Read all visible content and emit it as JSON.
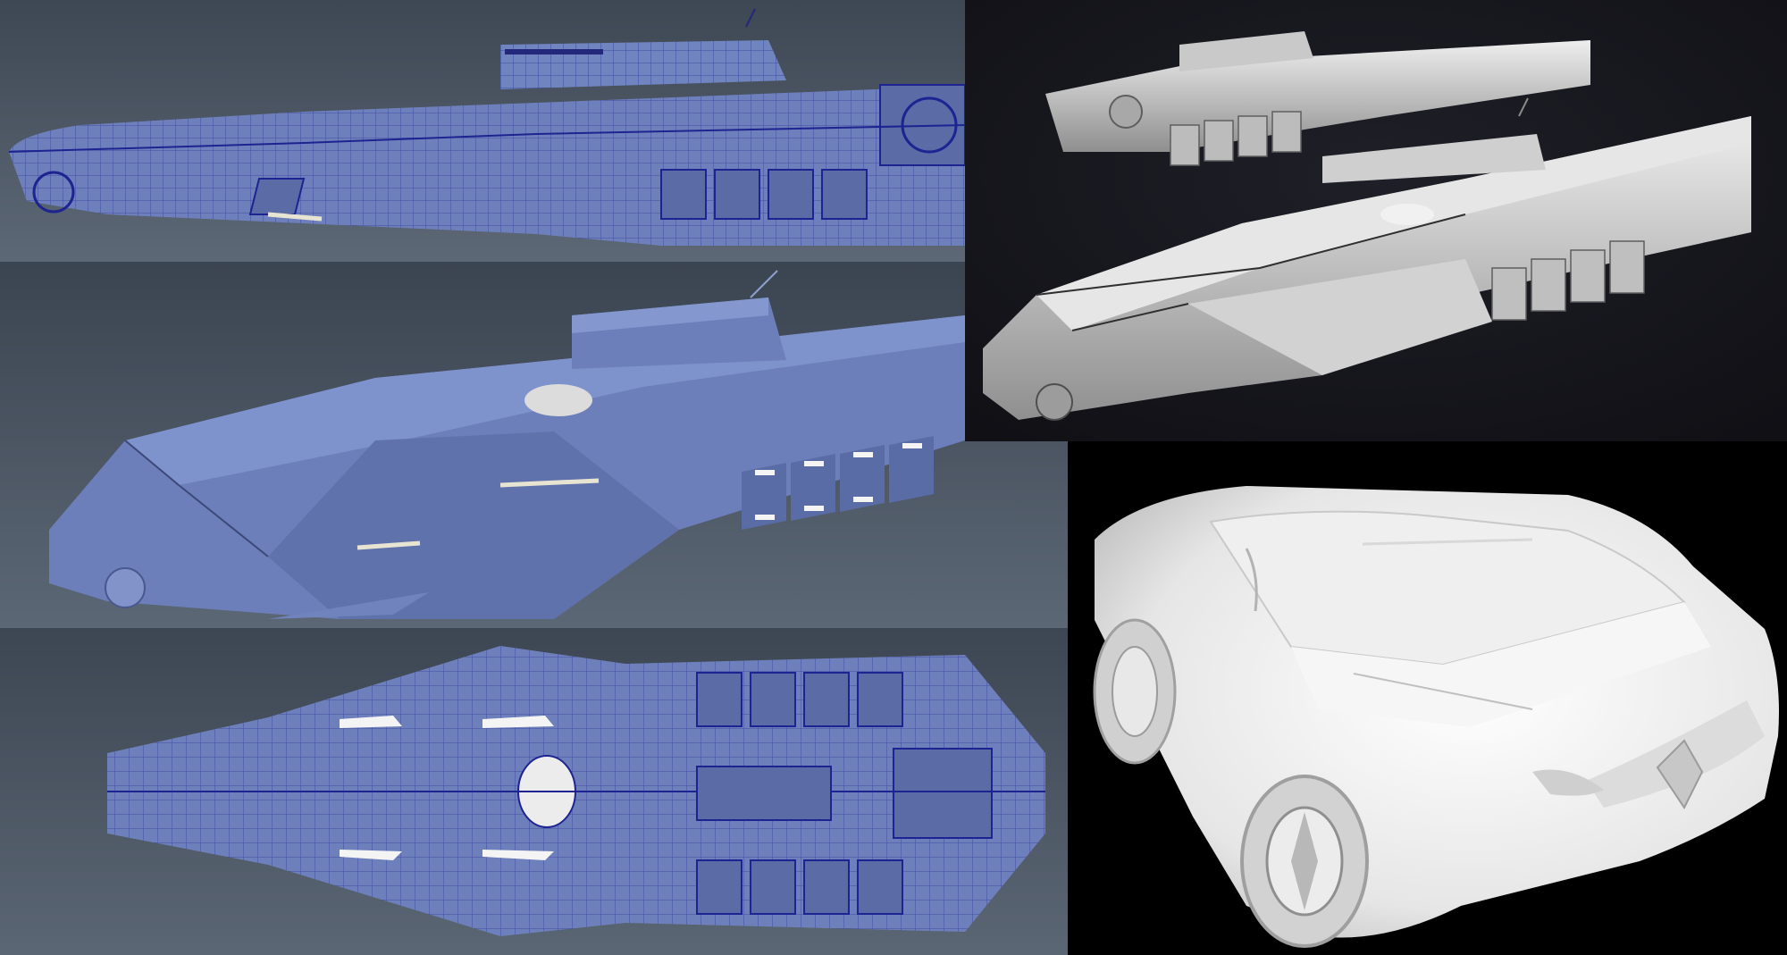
{
  "panels": [
    {
      "id": "side-wireframe",
      "kind": "wireframe viewport",
      "background": "#4b5562"
    },
    {
      "id": "perspective-shaded",
      "kind": "shaded viewport",
      "background": "#4b5562"
    },
    {
      "id": "top-wireframe",
      "kind": "wireframe viewport",
      "background": "#4b5562"
    },
    {
      "id": "ships-render",
      "kind": "clay render",
      "background": "#15151c"
    },
    {
      "id": "car-render",
      "kind": "clay render",
      "background": "#000000"
    }
  ],
  "colors": {
    "viewport_top": "#3a4350",
    "viewport_bottom": "#5b6674",
    "model_fill": "#6b7fb8",
    "model_fill_light": "#8193c9",
    "model_fill_dark": "#4b5a8f",
    "wire": "#1a1f8a",
    "clay": "#d8d8d8",
    "clay_shadow": "#8a8a8a",
    "car_white": "#f2f2f2",
    "car_shadow": "#a8a8a8"
  }
}
